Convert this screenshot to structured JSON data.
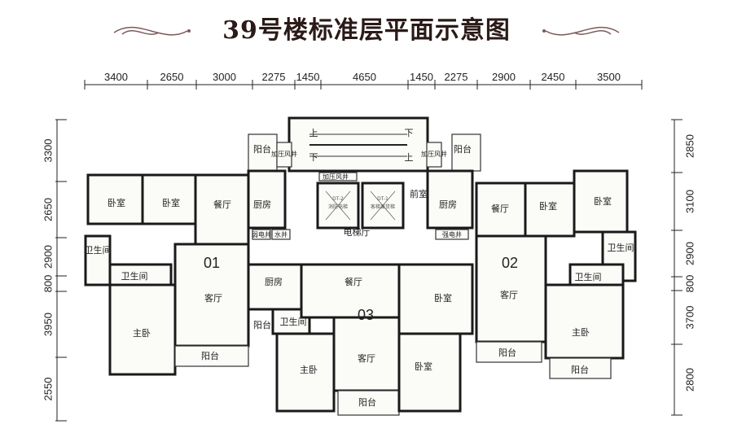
{
  "title": "39号楼标准层平面示意图",
  "dimensions": {
    "top": [
      "3400",
      "2650",
      "3000",
      "2275",
      "1450",
      "4650",
      "1450",
      "2275",
      "2900",
      "2450",
      "3500"
    ],
    "left": [
      "3300",
      "2650",
      "2900",
      "800",
      "3950",
      "2550"
    ],
    "right": [
      "2850",
      "3100",
      "2900",
      "800",
      "3700",
      "2800"
    ]
  },
  "units": [
    "01",
    "02",
    "03"
  ],
  "labels": [
    "卧室",
    "卧室",
    "餐厅",
    "厨房",
    "卫生间",
    "卫生间",
    "客厅",
    "主卧",
    "阳台",
    "阳台",
    "加压风井",
    "弱电井",
    "水井",
    "厨房",
    "阳台",
    "卫生间",
    "餐厅",
    "客厅",
    "主卧",
    "卧室",
    "阳台",
    "卧室",
    "电梯厅",
    "前室",
    "厨房",
    "强电井",
    "阳台",
    "加压风井",
    "餐厅",
    "卧室",
    "卧室",
    "卫生间",
    "卫生间",
    "客厅",
    "主卧",
    "阳台",
    "阳台",
    "上",
    "下",
    "下",
    "上",
    "加压风井",
    "DT-2",
    "消防电梯",
    "DT-1",
    "客梯兼货梯"
  ]
}
